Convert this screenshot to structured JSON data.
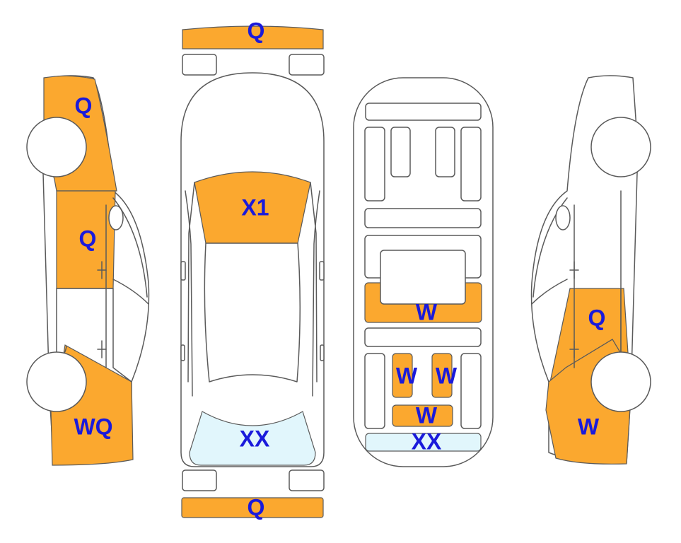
{
  "colors": {
    "damage": "#FBA82F",
    "glass": "#E1F6FC",
    "label": "#1A1ADB",
    "outline": "#5A5A5A",
    "background": "#FFFFFF"
  },
  "labels": {
    "front_bumper": "Q",
    "rear_bumper": "Q",
    "windshield": "X1",
    "rear_window": "XX",
    "left_front": "Q",
    "left_door": "Q",
    "left_rear": "WQ",
    "under_center": "W",
    "under_left": "W",
    "under_right": "W",
    "under_rear": "W",
    "under_rear_glass": "XX",
    "right_rear_door": "Q",
    "right_rear": "W"
  }
}
